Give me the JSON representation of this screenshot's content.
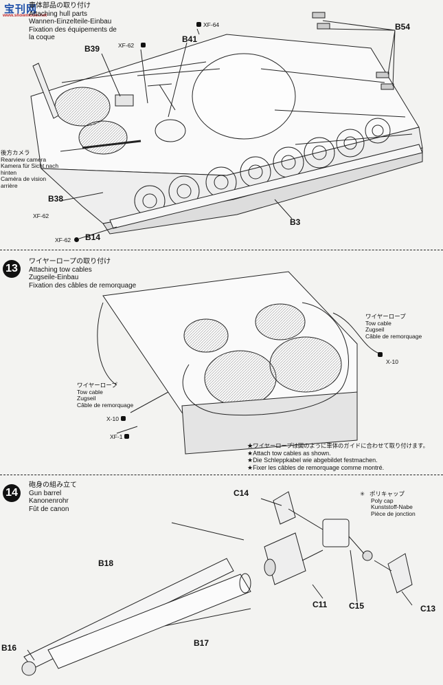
{
  "watermark": {
    "brand_cn": "宝刊网",
    "site": "www.showmodel.net"
  },
  "step12": {
    "title_lines": [
      "車体部品の取り付け",
      "Attaching hull parts",
      "Wannen-Einzelteile-Einbau",
      "Fixation des équipements de",
      "la coque"
    ],
    "rearview_camera": [
      "後方カメラ",
      "Rearview camera",
      "Kamera für Sicht nach",
      "hinten",
      "Caméra de vision",
      "arrière"
    ],
    "parts": {
      "b39": "B39",
      "b41": "B41",
      "b54": "B54",
      "b38": "B38",
      "b14": "B14",
      "b3": "B3"
    },
    "paints": {
      "xf64": "XF-64",
      "xf62_a": "XF-62",
      "xf62_b": "XF-62",
      "xf62_c": "XF-62"
    }
  },
  "step13": {
    "number": "13",
    "title_lines": [
      "ワイヤーロープの取り付け",
      "Attaching tow cables",
      "Zugseile-Einbau",
      "Fixation des câbles de remorquage"
    ],
    "tow_cable_right": [
      "ワイヤーロープ",
      "Tow cable",
      "Zugseil",
      "Câble de remorquage"
    ],
    "tow_cable_left": [
      "ワイヤーロープ",
      "Tow cable",
      "Zugseil",
      "Câble de remorquage"
    ],
    "paints": {
      "x10_a": "X-10",
      "x10_b": "X-10",
      "xf1": "XF-1"
    },
    "notes": [
      "★ワイヤーロープは図のように車体のガイドに合わせて取り付けます。",
      "★Attach tow cables as shown.",
      "★Die Schleppkabel wie abgebildet festmachen.",
      "★Fixer les câbles de remorquage comme montré."
    ]
  },
  "step14": {
    "number": "14",
    "title_lines": [
      "砲身の組み立て",
      "Gun barrel",
      "Kanonenrohr",
      "Fût de canon"
    ],
    "poly_cap": [
      "ポリキャップ",
      "Poly cap",
      "Kunststoff-Nabe",
      "Pièce de jonction"
    ],
    "parts": {
      "c14": "C14",
      "c11": "C11",
      "c15": "C15",
      "c13": "C13",
      "b18": "B18",
      "b17": "B17",
      "b16": "B16"
    }
  }
}
